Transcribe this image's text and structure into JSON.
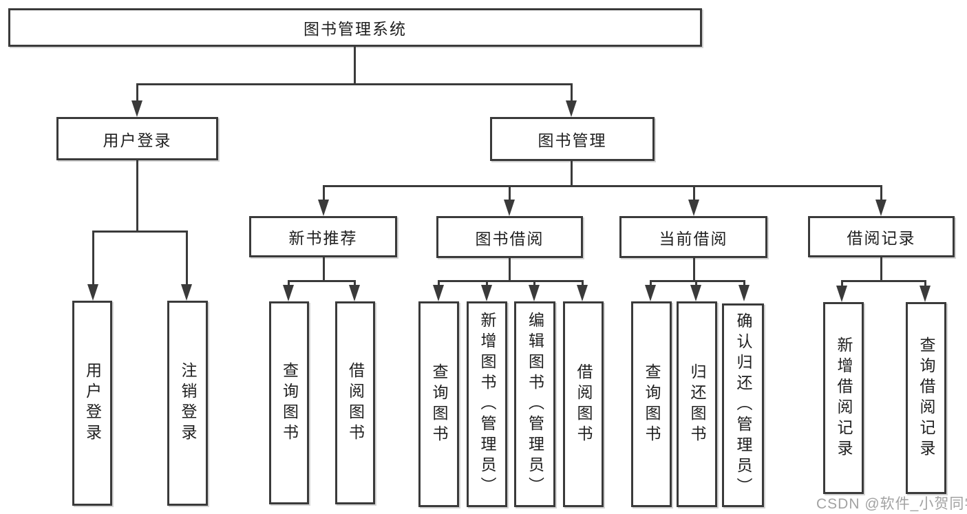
{
  "tree": {
    "root": "图书管理系统",
    "children": [
      {
        "label": "用户登录",
        "children": [
          {
            "label": "用户登录"
          },
          {
            "label": "注销登录"
          }
        ]
      },
      {
        "label": "图书管理",
        "children": [
          {
            "label": "新书推荐",
            "children": [
              {
                "label": "查询图书"
              },
              {
                "label": "借阅图书"
              }
            ]
          },
          {
            "label": "图书借阅",
            "children": [
              {
                "label": "查询图书"
              },
              {
                "label": "新增图书（管理员）"
              },
              {
                "label": "编辑图书（管理员）"
              },
              {
                "label": "借阅图书"
              }
            ]
          },
          {
            "label": "当前借阅",
            "children": [
              {
                "label": "查询图书"
              },
              {
                "label": "归还图书"
              },
              {
                "label": "确认归还（管理员）"
              }
            ]
          },
          {
            "label": "借阅记录",
            "children": [
              {
                "label": "新增借阅记录"
              },
              {
                "label": "查询借阅记录"
              }
            ]
          }
        ]
      }
    ]
  },
  "watermark": "CSDN @软件_小贺同学",
  "colors": {
    "line": "#3a3a3a",
    "text": "#1f1f1f",
    "background": "#ffffff",
    "watermark": "#a2a2a2"
  }
}
